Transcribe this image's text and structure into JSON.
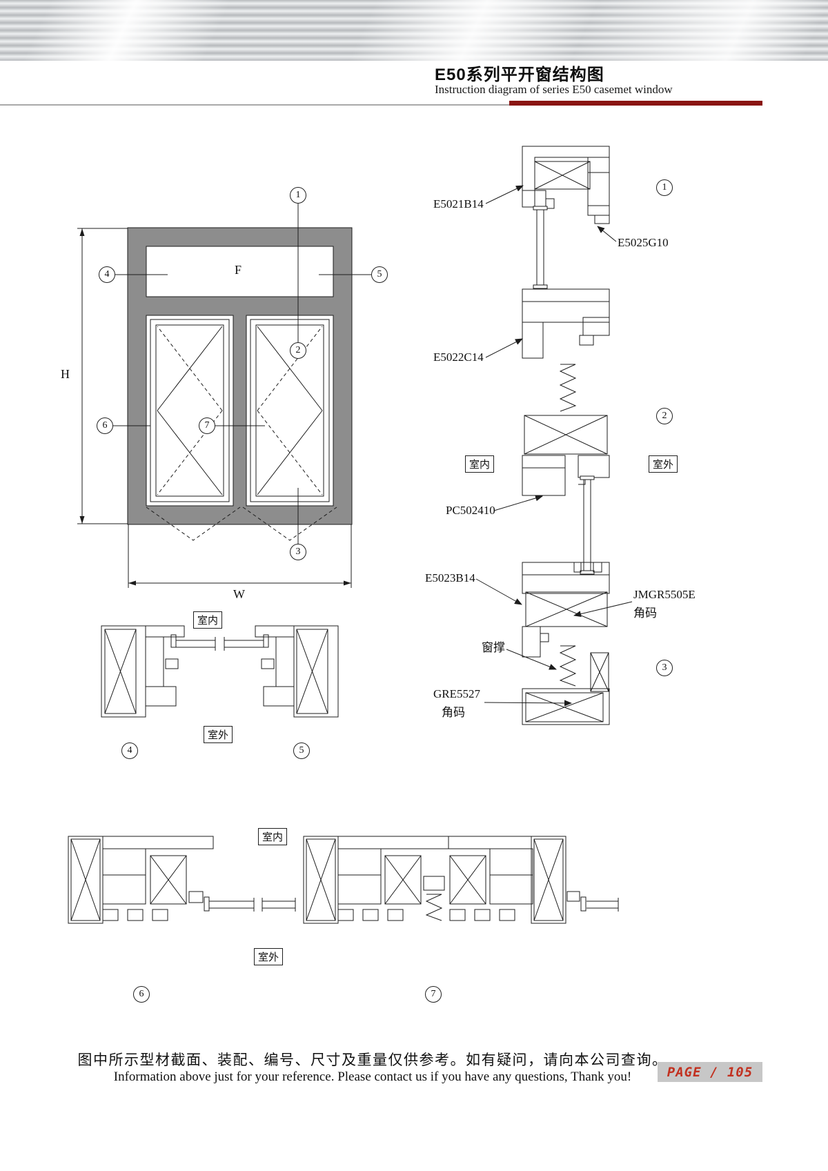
{
  "header": {
    "title_cn": "E50系列平开窗结构图",
    "title_en": "Instruction diagram of series E50 casemet window"
  },
  "elevation": {
    "f": "F",
    "h": "H",
    "w": "W"
  },
  "callouts": {
    "c1": "1",
    "c2": "2",
    "c3": "3",
    "c4": "4",
    "c5": "5",
    "c6": "6",
    "c7": "7"
  },
  "labels": {
    "indoor": "室内",
    "outdoor": "室外"
  },
  "parts": {
    "e5021b14": "E5021B14",
    "e5025g10": "E5025G10",
    "e5022c14": "E5022C14",
    "pc502410": "PC502410",
    "e5023b14": "E5023B14",
    "jmgr5505e": "JMGR5505E",
    "gre5527": "GRE5527",
    "corner_brace": "角码",
    "window_stay": "窗撑"
  },
  "footer": {
    "note_cn": "图中所示型材截面、装配、编号、尺寸及重量仅供参考。如有疑问，请向本公司查询。",
    "note_en": "Information above just for your reference. Please contact us if you have any questions, Thank you!",
    "page_label": "PAGE / 105"
  }
}
